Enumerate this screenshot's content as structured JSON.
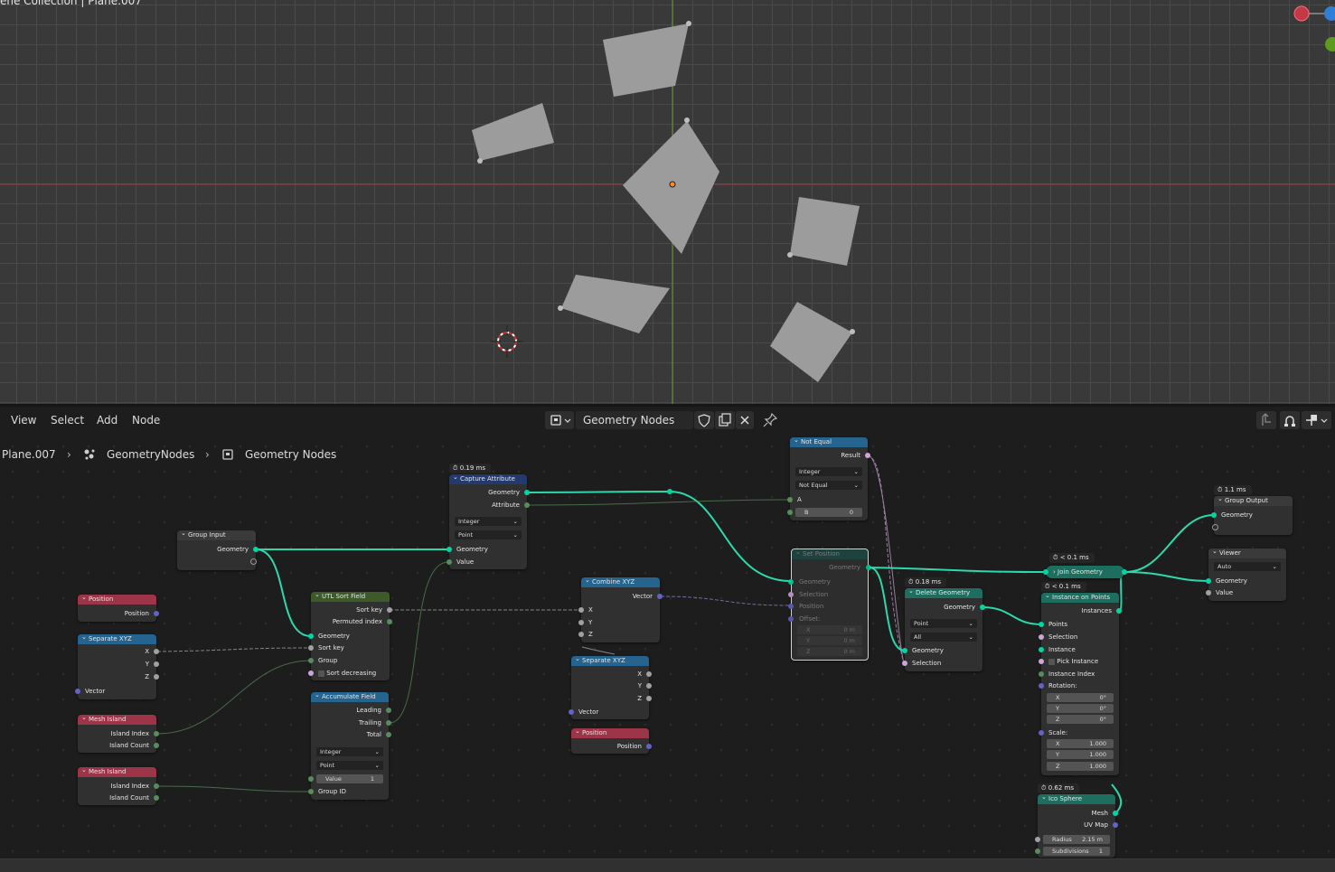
{
  "viewport": {
    "title": "ene Collection | Plane.007"
  },
  "header": {
    "menus": [
      "View",
      "Select",
      "Add",
      "Node"
    ],
    "tree_name": "Geometry Nodes",
    "icons": [
      "editor-type-icon",
      "fake-user-shield-icon",
      "duplicate-icon",
      "close-icon",
      "pin-icon",
      "parent-tree-icon",
      "snap-icon",
      "overlay-icon"
    ]
  },
  "breadcrumb": {
    "object": "Plane.007",
    "modifier": "GeometryNodes",
    "tree": "Geometry Nodes"
  },
  "nodes": {
    "group_input": {
      "title": "Group Input",
      "geometry": "Geometry"
    },
    "position1": {
      "title": "Position",
      "out": "Position"
    },
    "separate1": {
      "title": "Separate XYZ",
      "x": "X",
      "y": "Y",
      "z": "Z",
      "vector": "Vector"
    },
    "mesh_island1": {
      "title": "Mesh Island",
      "index": "Island Index",
      "count": "Island Count"
    },
    "mesh_island2": {
      "title": "Mesh Island",
      "index": "Island Index",
      "count": "Island Count"
    },
    "capture": {
      "timer": "0.19 ms",
      "title": "Capture Attribute",
      "geo_out": "Geometry",
      "attr_out": "Attribute",
      "type": "Integer",
      "domain": "Point",
      "geo_in": "Geometry",
      "value_in": "Value"
    },
    "sort": {
      "title": "UTL Sort Field",
      "sort_key_out": "Sort key",
      "permuted": "Permuted index",
      "geometry": "Geometry",
      "sort_key": "Sort key",
      "group": "Group",
      "sort_dec": "Sort decreasing"
    },
    "accumulate": {
      "title": "Accumulate Field",
      "leading": "Leading",
      "trailing": "Trailing",
      "total": "Total",
      "type": "Integer",
      "domain": "Point",
      "value_label": "Value",
      "value": "1",
      "group_id": "Group ID"
    },
    "combine": {
      "title": "Combine XYZ",
      "vector": "Vector",
      "x": "X",
      "y": "Y",
      "z": "Z"
    },
    "separate2": {
      "title": "Separate XYZ",
      "x": "X",
      "y": "Y",
      "z": "Z",
      "vector": "Vector"
    },
    "position2": {
      "title": "Position",
      "out": "Position"
    },
    "not_equal": {
      "title": "Not Equal",
      "result": "Result",
      "type": "Integer",
      "op": "Not Equal",
      "a": "A",
      "b_label": "B",
      "b": "0"
    },
    "set_position": {
      "title": "Set Position",
      "geo_out": "Geometry",
      "geo_in": "Geometry",
      "selection": "Selection",
      "position": "Position",
      "offset": "Offset:",
      "x": "X",
      "y": "Y",
      "z": "Z",
      "xv": "0 m",
      "yv": "0 m",
      "zv": "0 m"
    },
    "delete": {
      "timer": "0.18 ms",
      "title": "Delete Geometry",
      "geo_out": "Geometry",
      "domain": "Point",
      "mode": "All",
      "geo_in": "Geometry",
      "selection": "Selection"
    },
    "join": {
      "timer": "< 0.1 ms",
      "title": "Join Geometry"
    },
    "instance": {
      "timer": "< 0.1 ms",
      "title": "Instance on Points",
      "instances": "Instances",
      "points": "Points",
      "selection": "Selection",
      "instance": "Instance",
      "pick": "Pick Instance",
      "instance_index": "Instance Index",
      "rotation": "Rotation:",
      "rx": "X",
      "ry": "Y",
      "rz": "Z",
      "rxv": "0°",
      "ryv": "0°",
      "rzv": "0°",
      "scale": "Scale:",
      "sx": "X",
      "sy": "Y",
      "sz": "Z",
      "sxv": "1.000",
      "syv": "1.000",
      "szv": "1.000"
    },
    "ico": {
      "timer": "0.62 ms",
      "title": "Ico Sphere",
      "mesh": "Mesh",
      "uv": "UV Map",
      "radius_label": "Radius",
      "radius": "2.15 m",
      "subdiv_label": "Subdivisions",
      "subdiv": "1"
    },
    "group_output": {
      "timer": "1.1 ms",
      "title": "Group Output",
      "geometry": "Geometry"
    },
    "viewer": {
      "title": "Viewer",
      "mode": "Auto",
      "geometry": "Geometry",
      "value": "Value"
    }
  },
  "colors": {
    "geometry": "#00d6a3",
    "vector": "#6363c7",
    "float": "#a1a1a1",
    "integer": "#598c5c",
    "boolean": "#cca6d6"
  }
}
